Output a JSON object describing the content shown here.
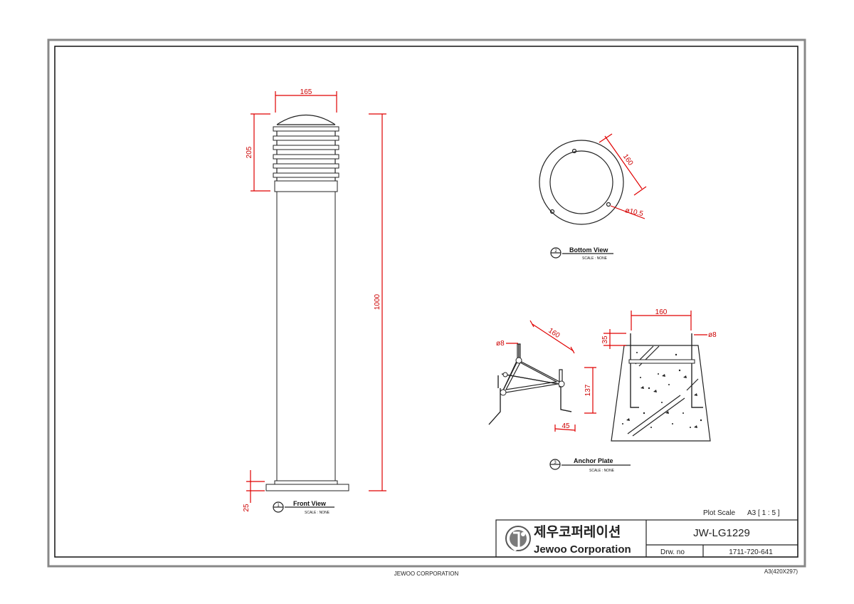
{
  "footer": {
    "company": "JEWOO CORPORATION",
    "sheet_size": "A3(420X297)"
  },
  "front_view": {
    "title": "Front View",
    "scale": "SCALE : NONE",
    "circle_label": "1",
    "dims": {
      "width": "165",
      "head_height": "205",
      "total_height": "1000",
      "base_height": "25"
    }
  },
  "bottom_view": {
    "title": "Bottom View",
    "scale": "SCALE : NONE",
    "circle_label": "2",
    "dims": {
      "diameter": "160",
      "hole": "ø10.5"
    }
  },
  "anchor_plate": {
    "title": "Anchor Plate",
    "scale": "SCALE : NONE",
    "circle_label": "3",
    "dims": {
      "rod_left": "ø8",
      "length_left": "160",
      "height": "137",
      "hook": "45",
      "top_width": "160",
      "top_offset": "35",
      "rod_right": "ø8"
    }
  },
  "title_block": {
    "plot_scale_label": "Plot Scale",
    "plot_scale_value": "A3 [ 1 : 5 ]",
    "company_kr": "제우코퍼레이션",
    "company_en": "Jewoo Corporation",
    "model": "JW-LG1229",
    "drw_label": "Drw. no",
    "drw_number": "1711-720-641"
  }
}
